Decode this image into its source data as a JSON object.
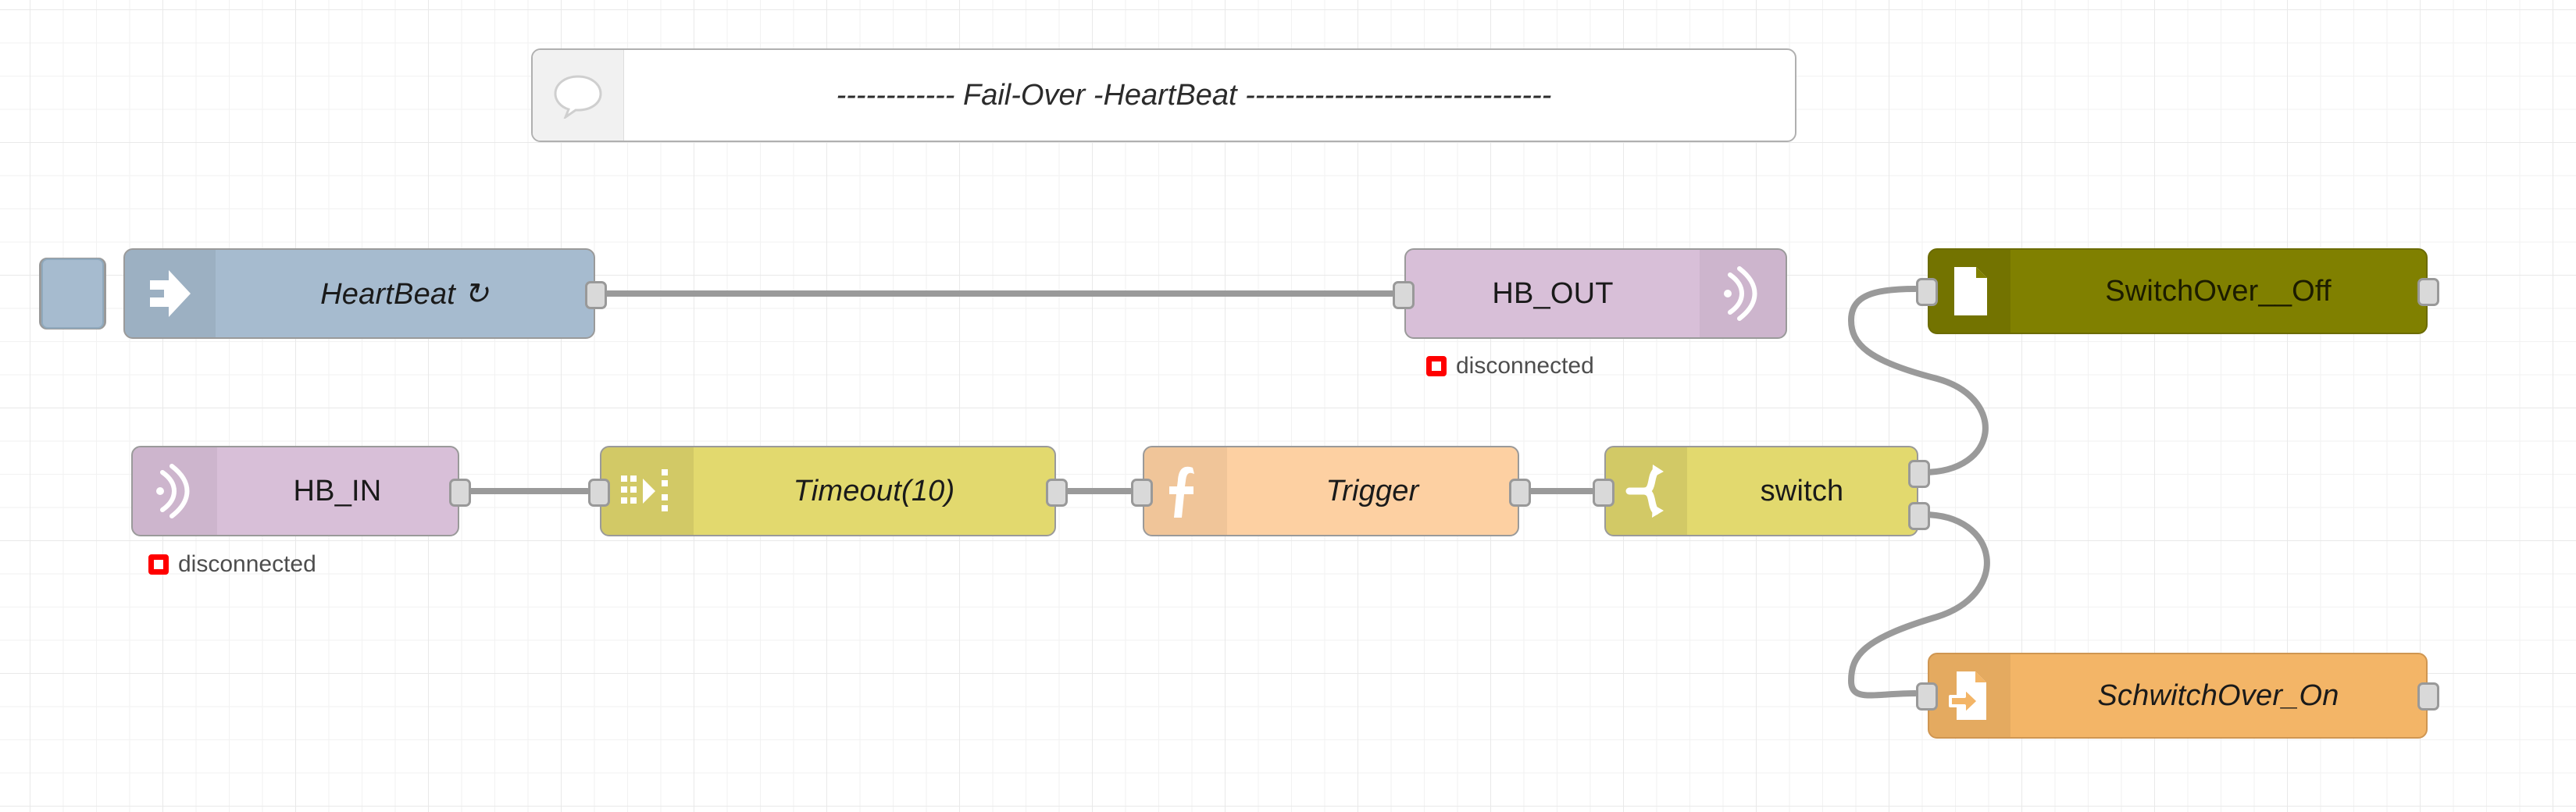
{
  "app": {
    "name": "Node-RED flow editor",
    "canvas_label": "flow-canvas"
  },
  "colors": {
    "inject": "#a6bbcf",
    "mqtt": "#d8bfd8",
    "mqtt_light": "#e7d3e7",
    "batch": "#e2d96e",
    "switch": "#e2d96e",
    "function": "#fdd0a2",
    "file_out": "#808000",
    "file_in": "#f3b567",
    "wire": "#9a9a9a",
    "port": "#d9d9d9",
    "status_error": "#ff0000",
    "status_text": "#4d4d4d",
    "grid_major": "#e9e9e9",
    "grid_minor": "#f2f2f2"
  },
  "comment": {
    "text": "------------ Fail-Over -HeartBeat -------------------------------",
    "icon": "comment-bubble-icon"
  },
  "nodes": [
    {
      "id": "heartbeat",
      "label": "HeartBeat ↻",
      "type": "inject",
      "icon": "inject-arrow-icon",
      "has_button": true,
      "inputs": 0,
      "outputs": 1
    },
    {
      "id": "hb_out",
      "label": "HB_OUT",
      "type": "mqtt-out",
      "icon": "mqtt-signal-icon",
      "icon_side": "right",
      "inputs": 1,
      "outputs": 0,
      "status": {
        "text": "disconnected",
        "level": "error"
      }
    },
    {
      "id": "hb_in",
      "label": "HB_IN",
      "type": "mqtt-in",
      "icon": "mqtt-signal-icon",
      "icon_side": "left",
      "inputs": 0,
      "outputs": 1,
      "status": {
        "text": "disconnected",
        "level": "error"
      }
    },
    {
      "id": "timeout",
      "label": "Timeout(10)",
      "type": "batch",
      "icon": "batch-matrix-icon",
      "inputs": 1,
      "outputs": 1
    },
    {
      "id": "trigger",
      "label": "Trigger",
      "type": "function",
      "icon": "function-f-icon",
      "inputs": 1,
      "outputs": 1
    },
    {
      "id": "switch",
      "label": "switch",
      "type": "switch",
      "icon": "switch-branch-icon",
      "inputs": 1,
      "outputs": 2
    },
    {
      "id": "switchover_off",
      "label": "SwitchOver__Off",
      "type": "file-out",
      "icon": "file-document-icon",
      "inputs": 1,
      "outputs": 1
    },
    {
      "id": "schwitchover_on",
      "label": "SchwitchOver_On",
      "type": "file-in",
      "icon": "file-arrow-icon",
      "inputs": 1,
      "outputs": 1
    }
  ],
  "wires": [
    {
      "from": "heartbeat",
      "to": "hb_out"
    },
    {
      "from": "hb_in",
      "to": "timeout"
    },
    {
      "from": "timeout",
      "to": "trigger"
    },
    {
      "from": "trigger",
      "to": "switch"
    },
    {
      "from": "switch",
      "port": 1,
      "to": "switchover_off"
    },
    {
      "from": "switch",
      "port": 2,
      "to": "schwitchover_on"
    }
  ]
}
